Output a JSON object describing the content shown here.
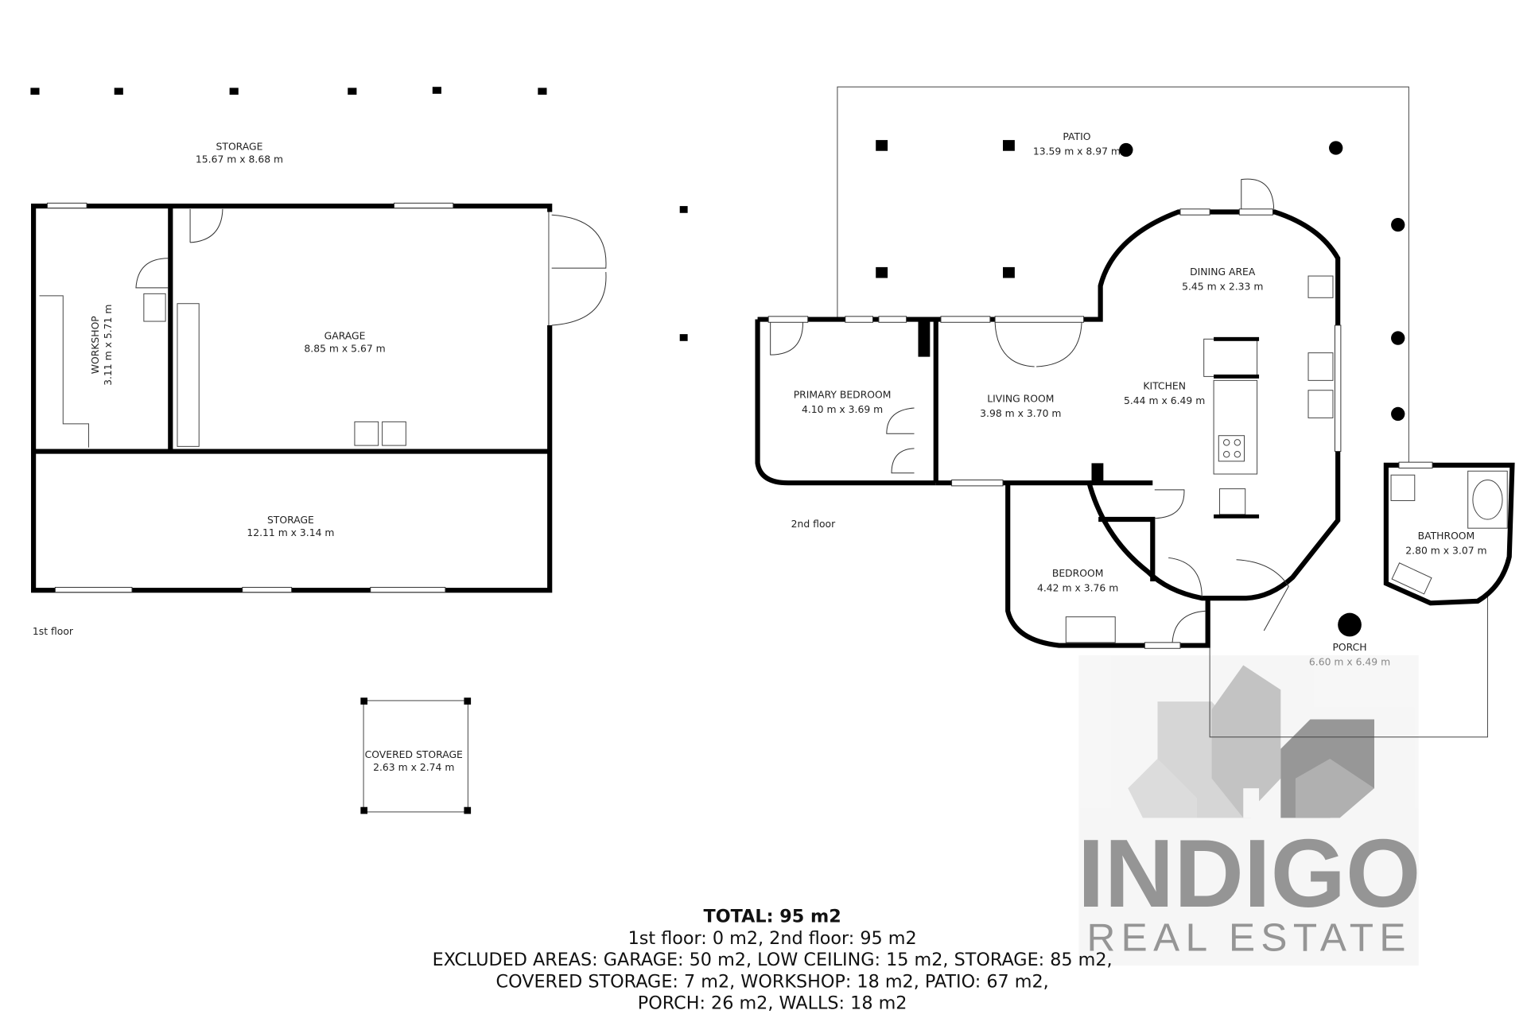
{
  "floors": {
    "first": {
      "label": "1st floor",
      "rooms": [
        {
          "name": "STORAGE",
          "dims": "15.67 m x 8.68 m"
        },
        {
          "name": "WORKSHOP",
          "dims": "3.11 m x 5.71 m"
        },
        {
          "name": "GARAGE",
          "dims": "8.85 m x 5.67 m"
        },
        {
          "name": "STORAGE",
          "dims": "12.11 m x 3.14 m"
        },
        {
          "name": "COVERED STORAGE",
          "dims": "2.63 m x 2.74 m"
        }
      ]
    },
    "second": {
      "label": "2nd floor",
      "rooms": [
        {
          "name": "PATIO",
          "dims": "13.59 m x 8.97 m"
        },
        {
          "name": "DINING AREA",
          "dims": "5.45 m x 2.33 m"
        },
        {
          "name": "PRIMARY BEDROOM",
          "dims": "4.10 m x 3.69 m"
        },
        {
          "name": "LIVING ROOM",
          "dims": "3.98 m x 3.70 m"
        },
        {
          "name": "KITCHEN",
          "dims": "5.44 m x 6.49 m"
        },
        {
          "name": "BATHROOM",
          "dims": "2.80 m x 3.07 m"
        },
        {
          "name": "BEDROOM",
          "dims": "4.42 m x 3.76 m"
        },
        {
          "name": "PORCH",
          "dims": "6.60 m x 6.49 m"
        }
      ]
    }
  },
  "summary": {
    "total": "TOTAL: 95 m2",
    "floors": "1st floor: 0 m2, 2nd floor: 95 m2",
    "excluded_1": "EXCLUDED AREAS: GARAGE: 50 m2, LOW CEILING: 15 m2, STORAGE: 85 m2,",
    "excluded_2": "COVERED STORAGE: 7 m2, WORKSHOP: 18 m2, PATIO: 67 m2,",
    "excluded_3": "PORCH: 26 m2, WALLS: 18 m2"
  },
  "logo": {
    "line1": "INDIGO",
    "line2": "REAL ESTATE",
    "colors": [
      "#c8c8c8",
      "#9a9a9a",
      "#7a7a7a"
    ]
  }
}
